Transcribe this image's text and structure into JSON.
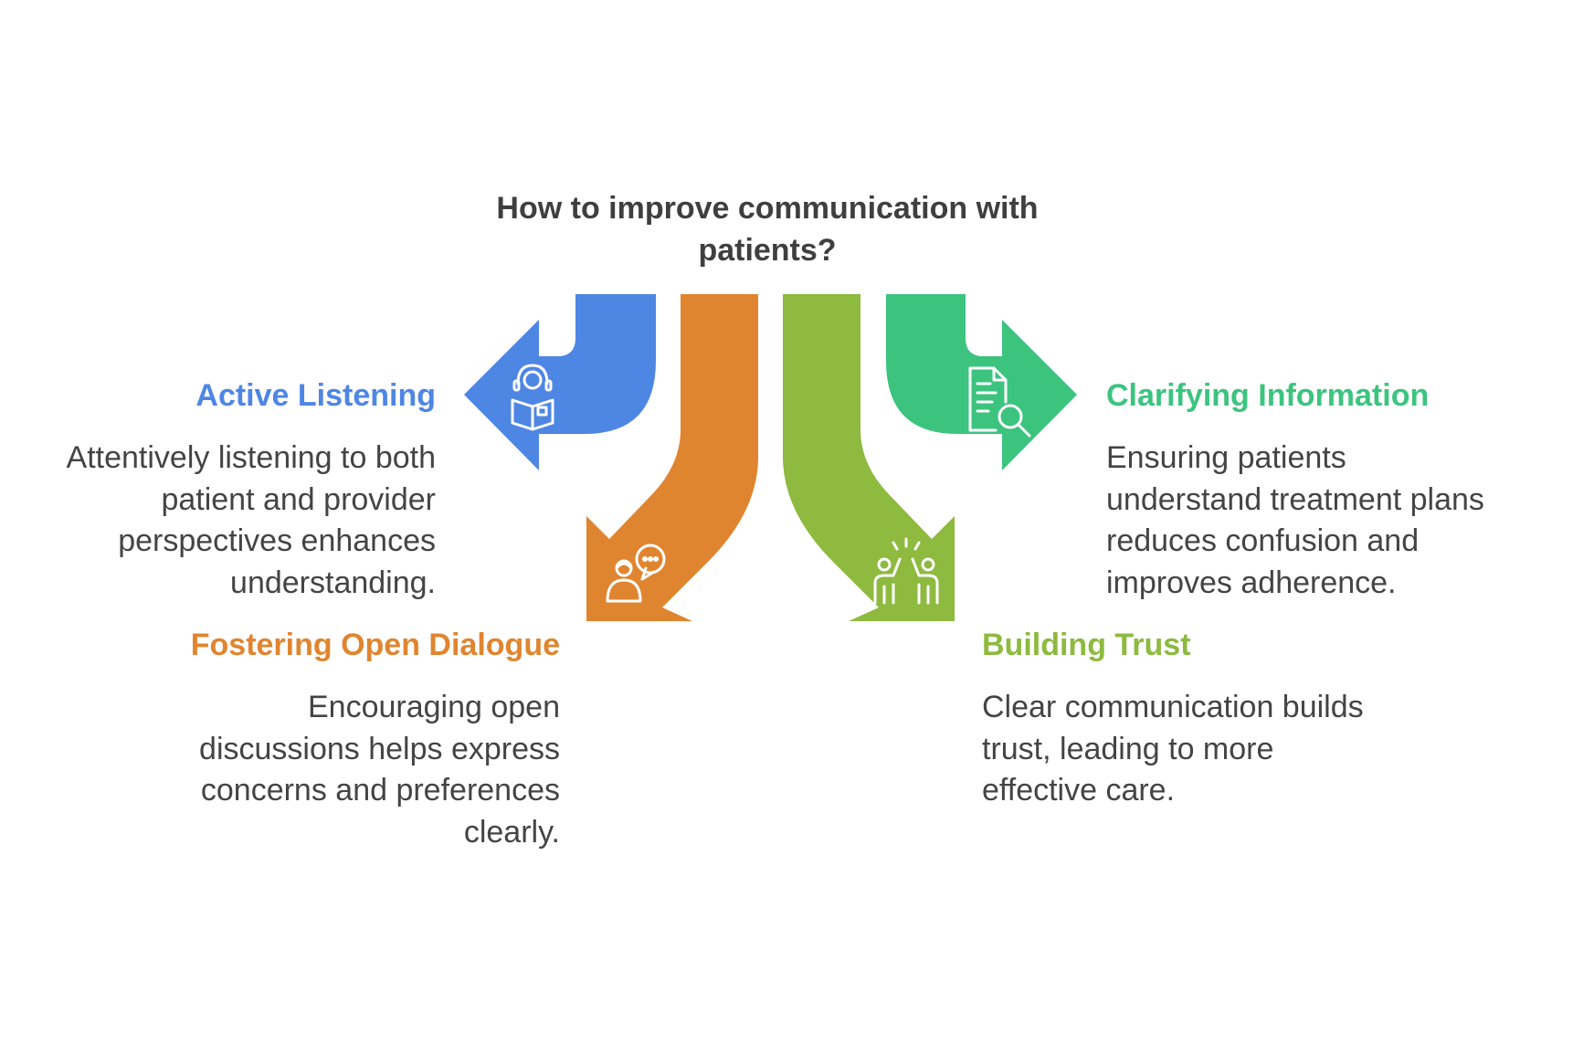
{
  "title": "How to improve communication with patients?",
  "colors": {
    "blue": "#4e86e4",
    "orange": "#e0852f",
    "green_olive": "#8dba3f",
    "green_teal": "#3cc47f",
    "text": "#444444",
    "icon_stroke": "#ffffff"
  },
  "items": [
    {
      "key": "active_listening",
      "heading": "Active Listening",
      "description_lines": [
        "Attentively listening to both",
        "patient and provider",
        "perspectives enhances",
        "understanding."
      ],
      "icon": "headset-book-icon",
      "color": "#4e86e4"
    },
    {
      "key": "fostering_open_dialogue",
      "heading": "Fostering Open Dialogue",
      "description_lines": [
        "Encouraging open",
        "discussions helps express",
        "concerns and preferences",
        "clearly."
      ],
      "icon": "person-speech-bubble-icon",
      "color": "#e0852f"
    },
    {
      "key": "building_trust",
      "heading": "Building Trust",
      "description_lines": [
        "Clear communication builds",
        "trust, leading to more",
        "effective care."
      ],
      "icon": "high-five-icon",
      "color": "#8dba3f"
    },
    {
      "key": "clarifying_information",
      "heading": "Clarifying Information",
      "description_lines": [
        "Ensuring patients",
        "understand treatment plans",
        "reduces confusion and",
        "improves adherence."
      ],
      "icon": "document-search-icon",
      "color": "#3cc47f"
    }
  ]
}
